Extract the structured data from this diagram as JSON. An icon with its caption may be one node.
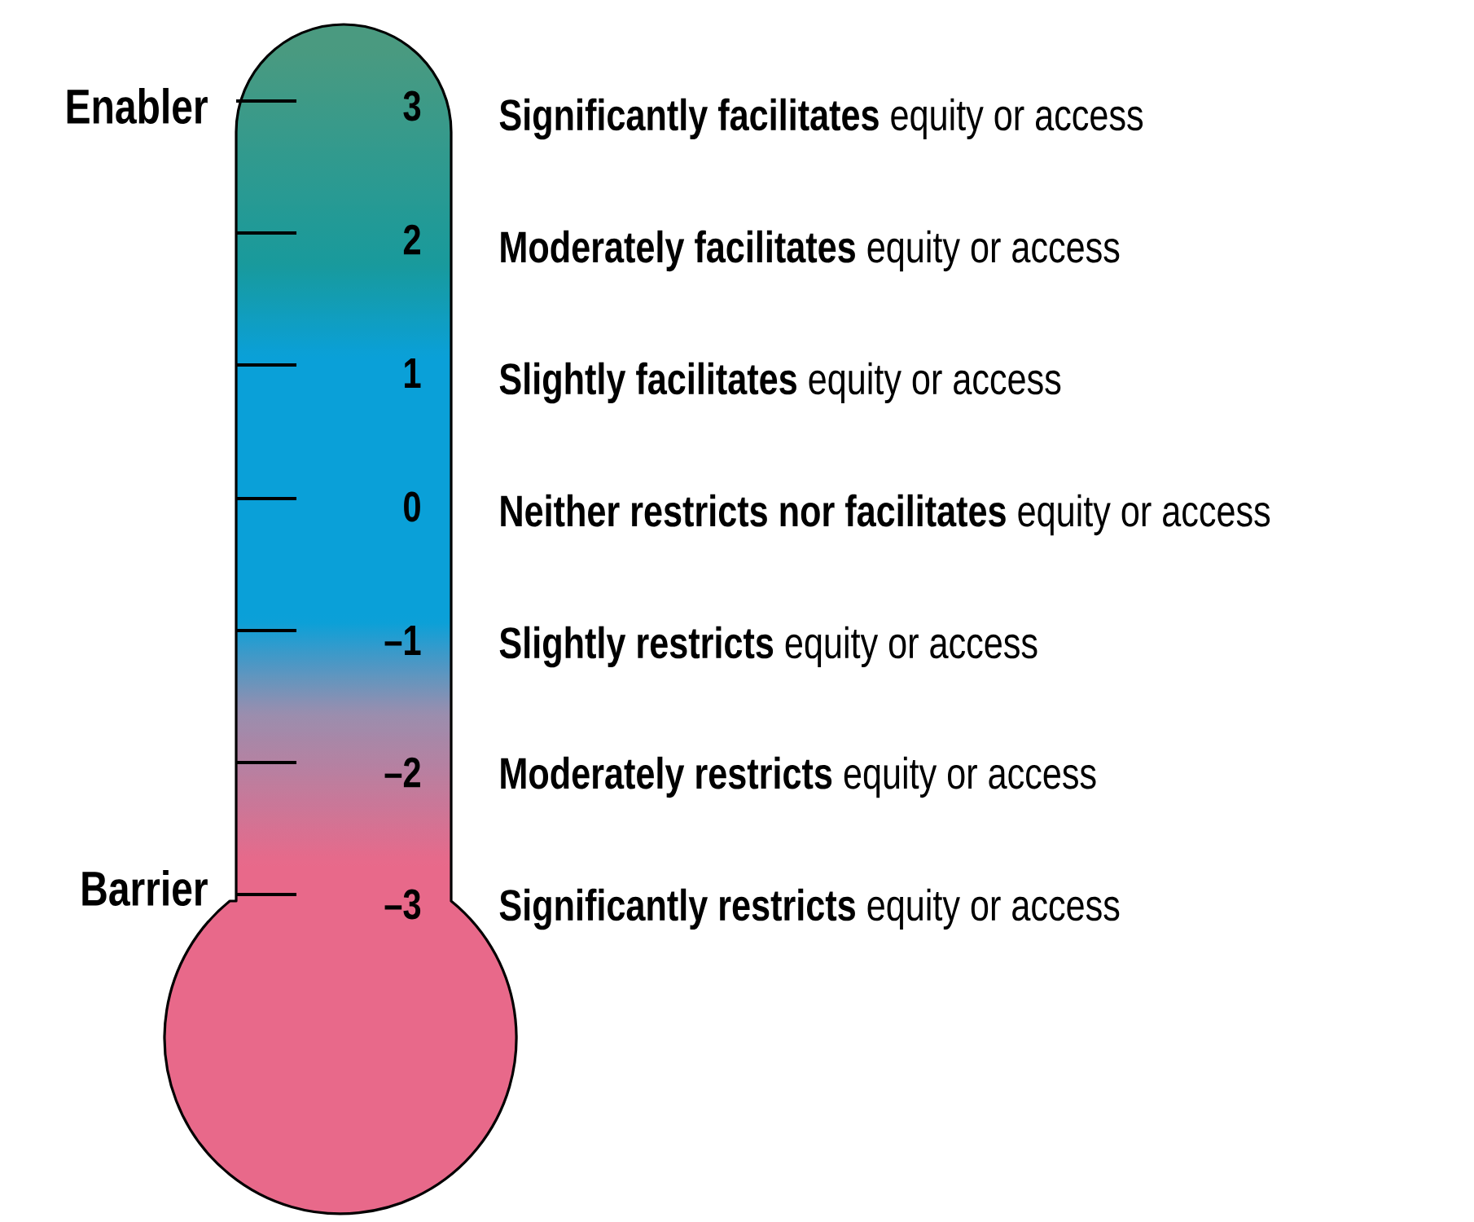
{
  "diagram": {
    "labels": [
      "Enabler",
      "3",
      "**Significantly facilitates** equity or access",
      "2",
      "**Moderately facilitates** equity or access",
      "1",
      "**Slightly facilitates** equity or access",
      "0",
      "**Neither restricts nor facilitates** equity or access",
      "–1",
      "**Slightly restricts** equity or access",
      "–2",
      "**Moderately restricts** equity or access",
      "Barrier",
      "–3",
      "**Significantly restricts** equity or access"
    ]
  }
}
